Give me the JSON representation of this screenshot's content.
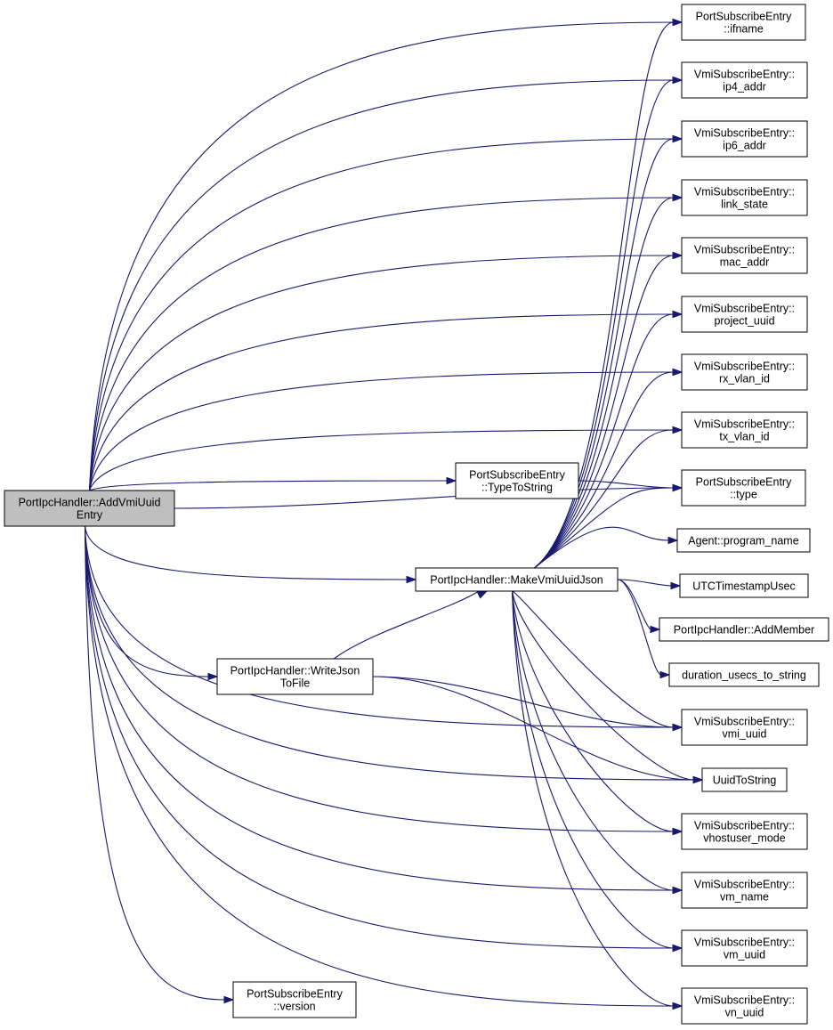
{
  "diagram": {
    "type": "call-graph",
    "colors": {
      "edge": "#191970",
      "root_fill": "#bfbfbf",
      "node_fill": "#ffffff",
      "node_border": "#000000"
    },
    "nodes": [
      {
        "id": "add_vmi_uuid_entry",
        "lines": [
          "PortIpcHandler::AddVmiUuid",
          "Entry"
        ],
        "root": true
      },
      {
        "id": "type_to_string",
        "lines": [
          "PortSubscribeEntry",
          "::TypeToString"
        ]
      },
      {
        "id": "make_vmi_uuid_json",
        "lines": [
          "PortIpcHandler::MakeVmiUuidJson"
        ]
      },
      {
        "id": "write_json_to_file",
        "lines": [
          "PortIpcHandler::WriteJson",
          "ToFile"
        ]
      },
      {
        "id": "version",
        "lines": [
          "PortSubscribeEntry",
          "::version"
        ]
      },
      {
        "id": "ifname",
        "lines": [
          "PortSubscribeEntry",
          "::ifname"
        ]
      },
      {
        "id": "ip4_addr",
        "lines": [
          "VmiSubscribeEntry::",
          "ip4_addr"
        ]
      },
      {
        "id": "ip6_addr",
        "lines": [
          "VmiSubscribeEntry::",
          "ip6_addr"
        ]
      },
      {
        "id": "link_state",
        "lines": [
          "VmiSubscribeEntry::",
          "link_state"
        ]
      },
      {
        "id": "mac_addr",
        "lines": [
          "VmiSubscribeEntry::",
          "mac_addr"
        ]
      },
      {
        "id": "project_uuid",
        "lines": [
          "VmiSubscribeEntry::",
          "project_uuid"
        ]
      },
      {
        "id": "rx_vlan_id",
        "lines": [
          "VmiSubscribeEntry::",
          "rx_vlan_id"
        ]
      },
      {
        "id": "tx_vlan_id",
        "lines": [
          "VmiSubscribeEntry::",
          "tx_vlan_id"
        ]
      },
      {
        "id": "type",
        "lines": [
          "PortSubscribeEntry",
          "::type"
        ]
      },
      {
        "id": "program_name",
        "lines": [
          "Agent::program_name"
        ]
      },
      {
        "id": "utc_timestamp_usec",
        "lines": [
          "UTCTimestampUsec"
        ]
      },
      {
        "id": "add_member",
        "lines": [
          "PortIpcHandler::AddMember"
        ]
      },
      {
        "id": "duration_usecs_to_string",
        "lines": [
          "duration_usecs_to_string"
        ]
      },
      {
        "id": "vmi_uuid",
        "lines": [
          "VmiSubscribeEntry::",
          "vmi_uuid"
        ]
      },
      {
        "id": "uuid_to_string",
        "lines": [
          "UuidToString"
        ]
      },
      {
        "id": "vhostuser_mode",
        "lines": [
          "VmiSubscribeEntry::",
          "vhostuser_mode"
        ]
      },
      {
        "id": "vm_name",
        "lines": [
          "VmiSubscribeEntry::",
          "vm_name"
        ]
      },
      {
        "id": "vm_uuid",
        "lines": [
          "VmiSubscribeEntry::",
          "vm_uuid"
        ]
      },
      {
        "id": "vn_uuid",
        "lines": [
          "VmiSubscribeEntry::",
          "vn_uuid"
        ]
      }
    ],
    "edges": [
      [
        "add_vmi_uuid_entry",
        "ifname"
      ],
      [
        "add_vmi_uuid_entry",
        "ip4_addr"
      ],
      [
        "add_vmi_uuid_entry",
        "ip6_addr"
      ],
      [
        "add_vmi_uuid_entry",
        "link_state"
      ],
      [
        "add_vmi_uuid_entry",
        "mac_addr"
      ],
      [
        "add_vmi_uuid_entry",
        "project_uuid"
      ],
      [
        "add_vmi_uuid_entry",
        "rx_vlan_id"
      ],
      [
        "add_vmi_uuid_entry",
        "tx_vlan_id"
      ],
      [
        "add_vmi_uuid_entry",
        "type_to_string"
      ],
      [
        "add_vmi_uuid_entry",
        "type"
      ],
      [
        "add_vmi_uuid_entry",
        "make_vmi_uuid_json"
      ],
      [
        "add_vmi_uuid_entry",
        "write_json_to_file"
      ],
      [
        "add_vmi_uuid_entry",
        "vmi_uuid"
      ],
      [
        "add_vmi_uuid_entry",
        "uuid_to_string"
      ],
      [
        "add_vmi_uuid_entry",
        "vhostuser_mode"
      ],
      [
        "add_vmi_uuid_entry",
        "vm_name"
      ],
      [
        "add_vmi_uuid_entry",
        "vm_uuid"
      ],
      [
        "add_vmi_uuid_entry",
        "vn_uuid"
      ],
      [
        "add_vmi_uuid_entry",
        "version"
      ],
      [
        "type_to_string",
        "type"
      ],
      [
        "write_json_to_file",
        "make_vmi_uuid_json"
      ],
      [
        "write_json_to_file",
        "vmi_uuid"
      ],
      [
        "write_json_to_file",
        "uuid_to_string"
      ],
      [
        "make_vmi_uuid_json",
        "ifname"
      ],
      [
        "make_vmi_uuid_json",
        "ip4_addr"
      ],
      [
        "make_vmi_uuid_json",
        "ip6_addr"
      ],
      [
        "make_vmi_uuid_json",
        "link_state"
      ],
      [
        "make_vmi_uuid_json",
        "mac_addr"
      ],
      [
        "make_vmi_uuid_json",
        "project_uuid"
      ],
      [
        "make_vmi_uuid_json",
        "rx_vlan_id"
      ],
      [
        "make_vmi_uuid_json",
        "tx_vlan_id"
      ],
      [
        "make_vmi_uuid_json",
        "type"
      ],
      [
        "make_vmi_uuid_json",
        "program_name"
      ],
      [
        "make_vmi_uuid_json",
        "utc_timestamp_usec"
      ],
      [
        "make_vmi_uuid_json",
        "add_member"
      ],
      [
        "make_vmi_uuid_json",
        "duration_usecs_to_string"
      ],
      [
        "make_vmi_uuid_json",
        "vmi_uuid"
      ],
      [
        "make_vmi_uuid_json",
        "uuid_to_string"
      ],
      [
        "make_vmi_uuid_json",
        "vhostuser_mode"
      ],
      [
        "make_vmi_uuid_json",
        "vm_name"
      ],
      [
        "make_vmi_uuid_json",
        "vm_uuid"
      ],
      [
        "make_vmi_uuid_json",
        "vn_uuid"
      ]
    ]
  }
}
